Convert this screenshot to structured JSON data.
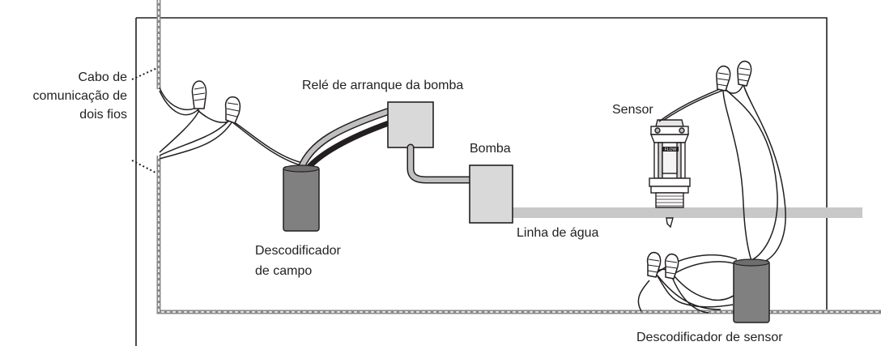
{
  "labels": {
    "cable": [
      "Cabo de",
      "comunicação de",
      "dois fios"
    ],
    "relay": "Relé de arranque da bomba",
    "pump": "Bomba",
    "sensor": "Sensor",
    "water_line": "Linha de água",
    "field_decoder": [
      "Descodificador",
      "de campo"
    ],
    "sensor_decoder": "Descodificador de sensor",
    "flow_badge": "FLOW"
  },
  "colors": {
    "line": "#231f20",
    "gray_fill": "#d9d9d9",
    "decoder_fill": "#808080",
    "light_wire": "#bfbfbf",
    "dark_wire": "#231f20"
  }
}
